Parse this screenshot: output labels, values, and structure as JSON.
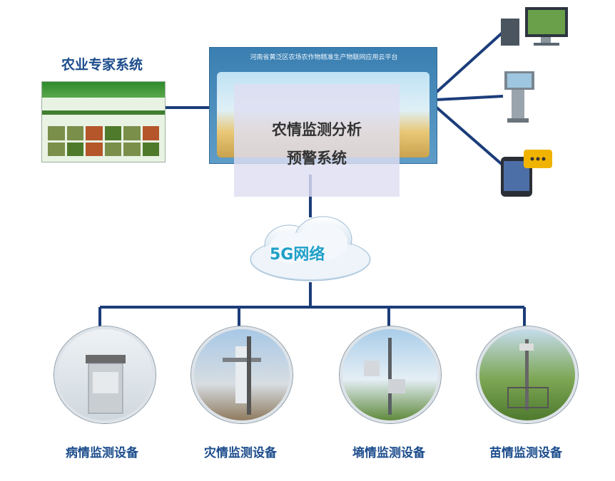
{
  "expert_system": {
    "title": "农业专家系统"
  },
  "platform": {
    "title": "河南省黄泛区农场农作物精准生产物联网应用云平台"
  },
  "analysis": {
    "line1": "农情监测分析",
    "line2": "预警系统"
  },
  "network": {
    "label": "5G网络"
  },
  "devices": [
    {
      "label": "病情监测设备"
    },
    {
      "label": "灾情监测设备"
    },
    {
      "label": "墒情监测设备"
    },
    {
      "label": "苗情监测设备"
    }
  ],
  "colors": {
    "line": "#1c3d7a",
    "title": "#1b4c8c",
    "cloud_text": "#1fa0c8"
  }
}
